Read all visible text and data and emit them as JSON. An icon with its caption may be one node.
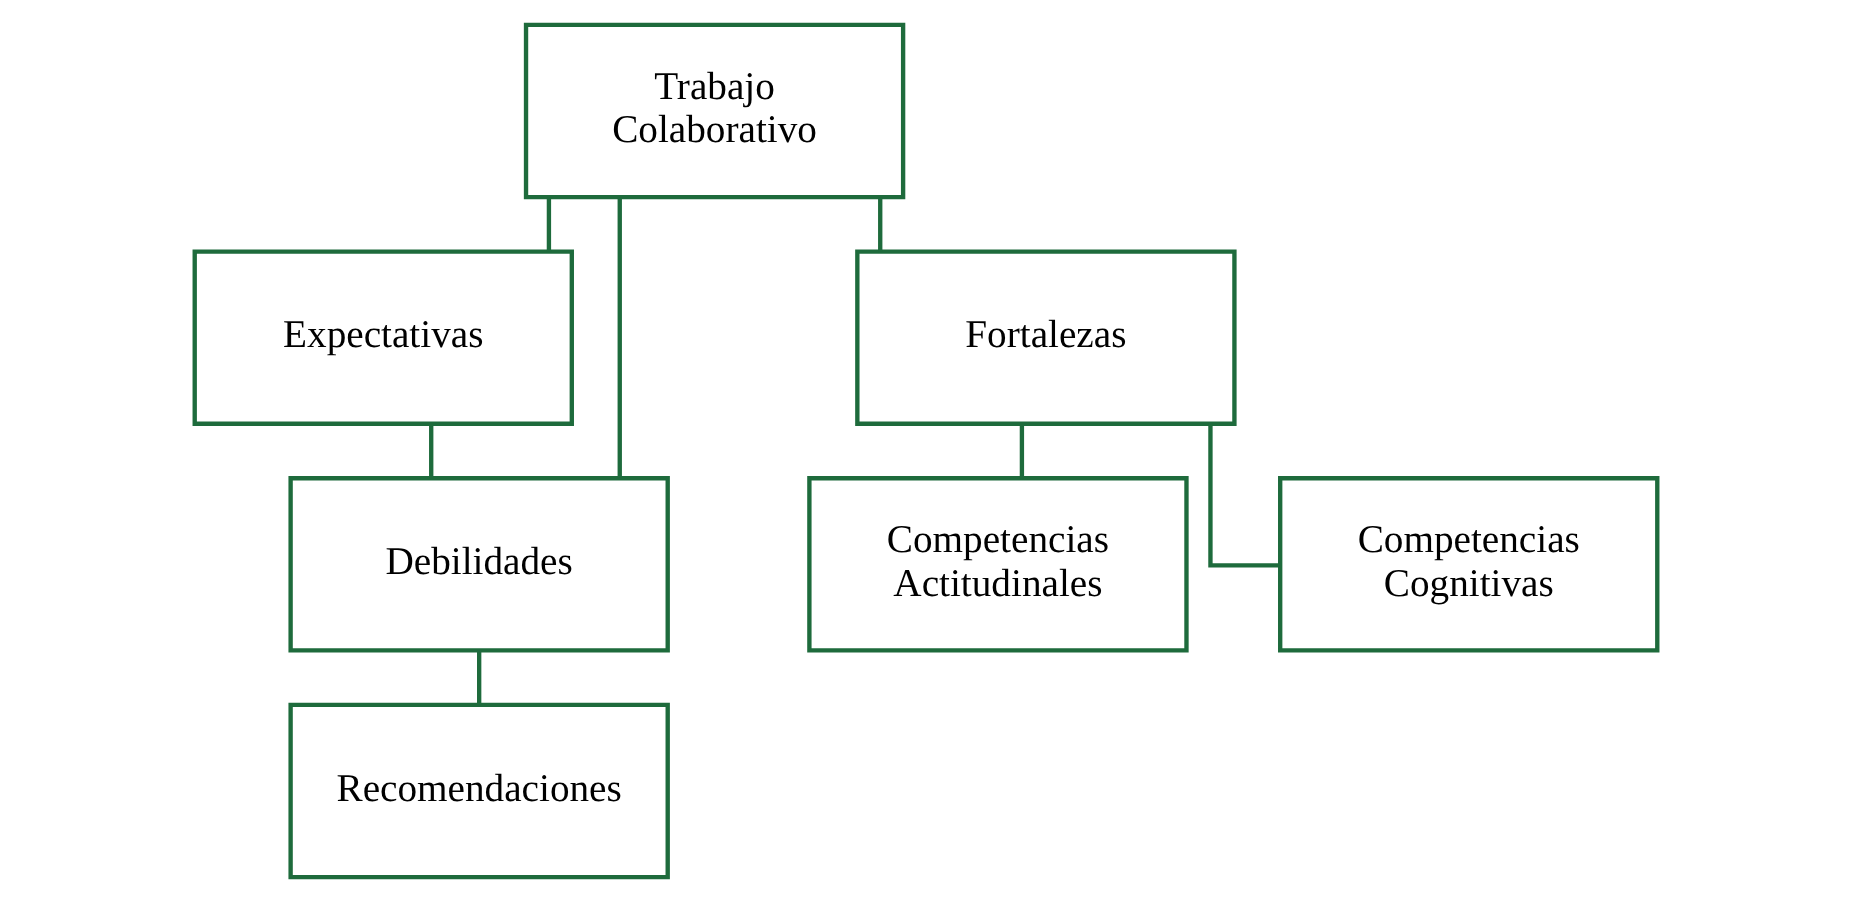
{
  "diagram": {
    "nodes": [
      {
        "text": [
          "Trabajo Colaborativo"
        ]
      },
      {
        "text": [
          "Expectativas"
        ]
      },
      {
        "text": [
          "Fortalezas"
        ]
      },
      {
        "text": [
          "Debilidades"
        ]
      },
      {
        "text": [
          "Competencias Actitudinales"
        ]
      },
      {
        "text": [
          "Competencias Cognitivas"
        ]
      },
      {
        "text": [
          "Recomendaciones"
        ]
      }
    ],
    "edges": [
      {
        "from": 0,
        "to": 1,
        "arrow": "none"
      },
      {
        "from": 0,
        "to": 2,
        "arrow": "none"
      },
      {
        "from": 0,
        "to": 3,
        "arrow": "none"
      },
      {
        "from": 1,
        "to": 3,
        "arrow": "none"
      },
      {
        "from": 2,
        "to": 4,
        "arrow": "none"
      },
      {
        "from": 2,
        "to": 5,
        "arrow": "none"
      },
      {
        "from": 3,
        "to": 6,
        "arrow": "none"
      }
    ]
  }
}
